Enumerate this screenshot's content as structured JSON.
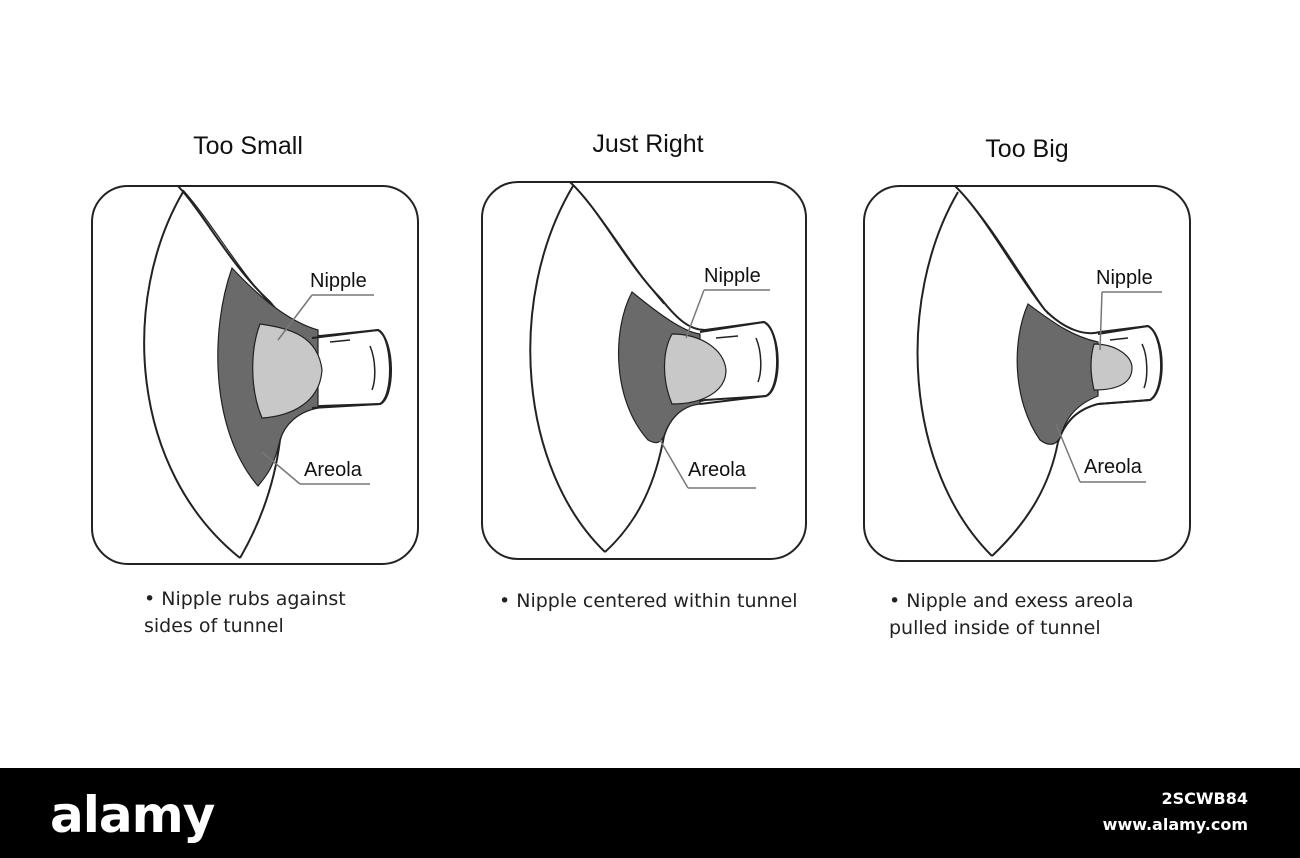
{
  "panels": [
    {
      "title": "Too Small",
      "nipple_label": "Nipple",
      "areola_label": "Areola",
      "caption_line1": "• Nipple rubs against",
      "caption_line2": "sides of tunnel"
    },
    {
      "title": "Just Right",
      "nipple_label": "Nipple",
      "areola_label": "Areola",
      "caption_line1": "• Nipple centered  within tunnel",
      "caption_line2": ""
    },
    {
      "title": "Too Big",
      "nipple_label": "Nipple",
      "areola_label": "Areola",
      "caption_line1": "• Nipple and exess areola",
      "caption_line2": "pulled inside of tunnel"
    }
  ],
  "watermark": {
    "logo": "alamy",
    "image_id": "2SCWB84",
    "site": "www.alamy.com"
  },
  "colors": {
    "areola": "#6a6a6a",
    "nipple": "#c8c8c8",
    "outline": "#222222",
    "footer": "#000000"
  }
}
